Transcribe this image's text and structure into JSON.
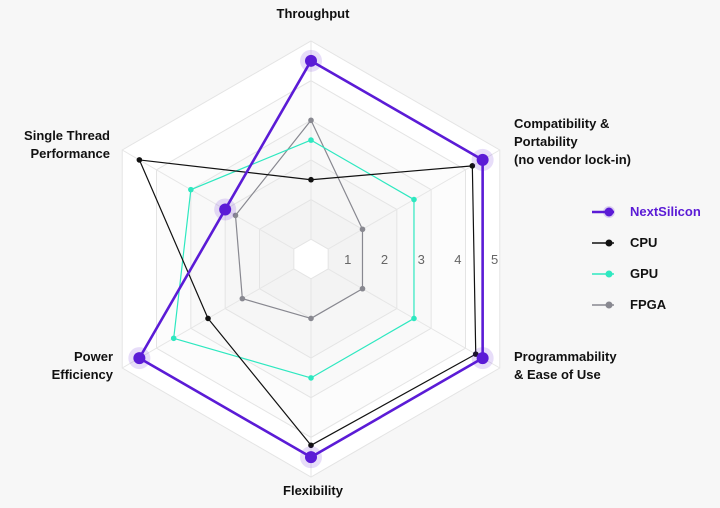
{
  "chart_data": {
    "type": "radar",
    "axes": [
      "Throughput",
      "Compatibility &\nPortability\n(no vendor lock-in)",
      "Programmability\n& Ease of Use",
      "Flexibility",
      "Power\nEfficiency",
      "Single Thread\nPerformance"
    ],
    "scale_ticks": [
      "1",
      "2",
      "3",
      "4",
      "5"
    ],
    "rmax": 5.5,
    "series": [
      {
        "name": "NextSilicon",
        "color": "#5b1bd6",
        "values": [
          5,
          5,
          5,
          5,
          5,
          2.5
        ]
      },
      {
        "name": "CPU",
        "color": "#111111",
        "values": [
          2,
          4.7,
          4.8,
          4.7,
          3,
          5
        ]
      },
      {
        "name": "GPU",
        "color": "#2ee8c0",
        "values": [
          3,
          3,
          3,
          3,
          4,
          3.5
        ]
      },
      {
        "name": "FPGA",
        "color": "#888890",
        "values": [
          3.5,
          1.5,
          1.5,
          1.5,
          2,
          2.2
        ]
      }
    ]
  }
}
